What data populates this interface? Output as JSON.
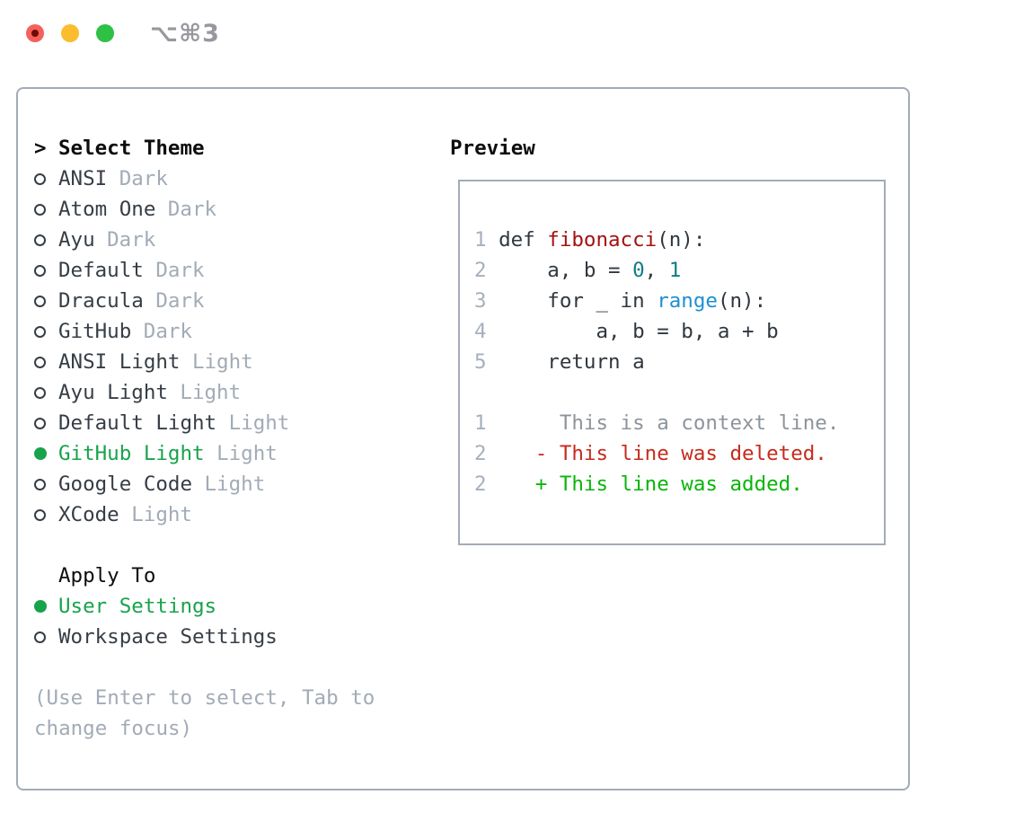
{
  "window": {
    "title": "⌥⌘3",
    "traffic_lights": [
      "close",
      "minimize",
      "zoom"
    ]
  },
  "theme_picker": {
    "header_marker": ">",
    "header": "Select Theme",
    "items": [
      {
        "name": "ANSI",
        "variant": "Dark",
        "selected": false
      },
      {
        "name": "Atom One",
        "variant": "Dark",
        "selected": false
      },
      {
        "name": "Ayu",
        "variant": "Dark",
        "selected": false
      },
      {
        "name": "Default",
        "variant": "Dark",
        "selected": false
      },
      {
        "name": "Dracula",
        "variant": "Dark",
        "selected": false
      },
      {
        "name": "GitHub",
        "variant": "Dark",
        "selected": false
      },
      {
        "name": "ANSI Light",
        "variant": "Light",
        "selected": false
      },
      {
        "name": "Ayu Light",
        "variant": "Light",
        "selected": false
      },
      {
        "name": "Default Light",
        "variant": "Light",
        "selected": false
      },
      {
        "name": "GitHub Light",
        "variant": "Light",
        "selected": true
      },
      {
        "name": "Google Code",
        "variant": "Light",
        "selected": false
      },
      {
        "name": "XCode",
        "variant": "Light",
        "selected": false
      }
    ],
    "apply_to": {
      "header": "Apply To",
      "items": [
        {
          "name": "User Settings",
          "selected": true
        },
        {
          "name": "Workspace Settings",
          "selected": false
        }
      ]
    },
    "hint": "(Use Enter to select, Tab to change focus)"
  },
  "preview": {
    "header": "Preview",
    "lines": [
      {
        "num": "1",
        "segments": [
          {
            "t": "def ",
            "c": "plain"
          },
          {
            "t": "fibonacci",
            "c": "func"
          },
          {
            "t": "(n):",
            "c": "plain"
          }
        ]
      },
      {
        "num": "2",
        "segments": [
          {
            "t": "    a, b = ",
            "c": "plain"
          },
          {
            "t": "0",
            "c": "number"
          },
          {
            "t": ", ",
            "c": "plain"
          },
          {
            "t": "1",
            "c": "number"
          }
        ]
      },
      {
        "num": "3",
        "segments": [
          {
            "t": "    for _ in ",
            "c": "plain"
          },
          {
            "t": "range",
            "c": "builtin"
          },
          {
            "t": "(n):",
            "c": "plain"
          }
        ]
      },
      {
        "num": "4",
        "segments": [
          {
            "t": "        a, b = b, a + b",
            "c": "plain"
          }
        ]
      },
      {
        "num": "5",
        "segments": [
          {
            "t": "    return a",
            "c": "plain"
          }
        ]
      },
      {
        "num": "",
        "segments": []
      },
      {
        "num": "1",
        "segments": [
          {
            "t": "     This is a context line.",
            "c": "context"
          }
        ]
      },
      {
        "num": "2",
        "segments": [
          {
            "t": "   ",
            "c": "plain"
          },
          {
            "t": "- This line was deleted.",
            "c": "deleted"
          }
        ]
      },
      {
        "num": "2",
        "segments": [
          {
            "t": "   ",
            "c": "plain"
          },
          {
            "t": "+ This line was added.",
            "c": "added"
          }
        ]
      }
    ]
  },
  "colors": {
    "border": "#a3abb8",
    "heading-black": "#0d0d0d",
    "text-dark": "#363d45",
    "muted": "#a2abb6",
    "accent-green": "#17a34a",
    "code-plain": "#30373e",
    "func-red": "#a31212",
    "num-teal": "#0e7d87",
    "builtin-blue": "#1f8fd1",
    "linenum": "#a6b0bd",
    "context-gray": "#8d949c",
    "deleted-red": "#c62b1c",
    "added-green": "#09b509",
    "traffic-red": "#f6605a",
    "traffic-red-dot": "#6e0c05",
    "traffic-yellow": "#fbbc2e",
    "traffic-green": "#2ec145",
    "title-gray": "#97979d"
  }
}
